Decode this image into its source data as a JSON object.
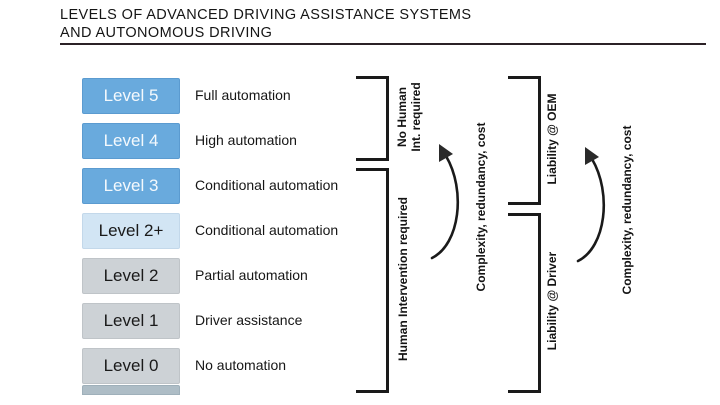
{
  "title": {
    "line1": "LEVELS OF ADVANCED DRIVING ASSISTANCE SYSTEMS",
    "line2": "AND AUTONOMOUS DRIVING"
  },
  "levels": [
    {
      "label": "Level 5",
      "description": "Full automation",
      "style": "blue"
    },
    {
      "label": "Level 4",
      "description": "High automation",
      "style": "blue"
    },
    {
      "label": "Level 3",
      "description": "Conditional automation",
      "style": "blue"
    },
    {
      "label": "Level 2+",
      "description": "Conditional automation",
      "style": "lightblue"
    },
    {
      "label": "Level 2",
      "description": "Partial automation",
      "style": "gray"
    },
    {
      "label": "Level 1",
      "description": "Driver assistance",
      "style": "gray"
    },
    {
      "label": "Level 0",
      "description": "No automation",
      "style": "gray"
    }
  ],
  "brackets": {
    "no_human_line1": "No Human",
    "no_human_line2": "Int. required",
    "human_intervention": "Human Intervention required",
    "liability_oem": "Liability @ OEM",
    "liability_driver": "Liability @ Driver"
  },
  "arrows": {
    "complexity_left": "Complexity, redundancy, cost",
    "complexity_right": "Complexity, redundancy, cost"
  },
  "colors": {
    "level_blue": "#69aadd",
    "level_light_blue": "#d2e5f4",
    "level_gray": "#cdd2d6",
    "line": "#1a1a1a"
  }
}
